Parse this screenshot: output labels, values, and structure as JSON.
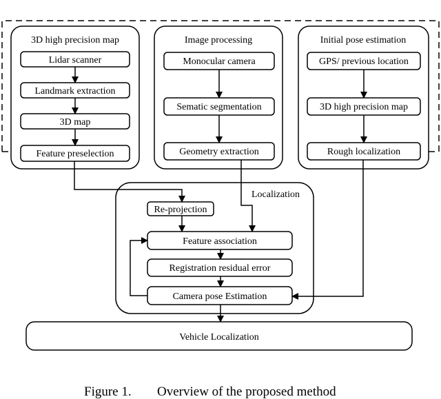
{
  "panels": {
    "map": {
      "title": "3D high precision map",
      "steps": [
        "Lidar scanner",
        "Landmark extraction",
        "3D map",
        "Feature preselection"
      ]
    },
    "image": {
      "title": "Image processing",
      "steps": [
        "Monocular camera",
        "Sematic segmentation",
        "Geometry extraction"
      ]
    },
    "pose": {
      "title": "Initial pose estimation",
      "steps": [
        "GPS/ previous location",
        "3D high precision map",
        "Rough localization"
      ]
    },
    "localization": {
      "title": "Localization",
      "steps": [
        "Re-projection",
        "Feature association",
        "Registration residual error",
        "Camera pose Estimation"
      ]
    }
  },
  "output": "Vehicle Localization",
  "caption": {
    "label": "Figure 1.",
    "text": "Overview of the proposed method"
  }
}
